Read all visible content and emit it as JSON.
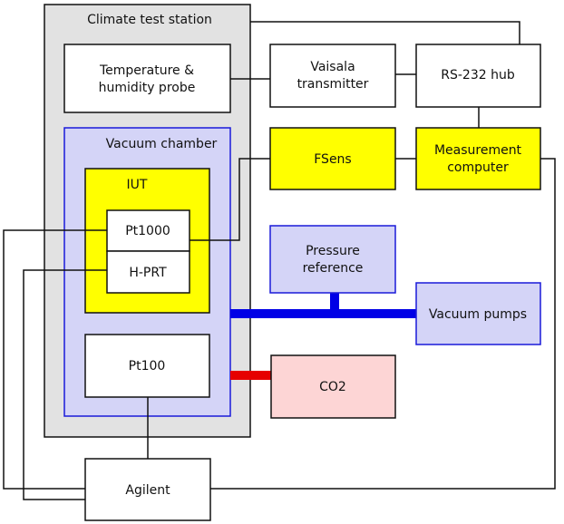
{
  "labels": {
    "climate_station": "Climate test station",
    "temp_probe_line1": "Temperature &",
    "temp_probe_line2": "humidity probe",
    "vaisala_line1": "Vaisala",
    "vaisala_line2": "transmitter",
    "rs232": "RS-232 hub",
    "vacuum_chamber": "Vacuum chamber",
    "fsens": "FSens",
    "measurement_line1": "Measurement",
    "measurement_line2": "computer",
    "iut": "IUT",
    "pt1000": "Pt1000",
    "hprt": "H-PRT",
    "pressure_line1": "Pressure",
    "pressure_line2": "reference",
    "vacuum_pumps": "Vacuum pumps",
    "pt100": "Pt100",
    "co2": "CO2",
    "agilent": "Agilent"
  },
  "colors": {
    "station_fill": "#e2e2e2",
    "chamber_fill": "#d4d4f7",
    "chamber_border": "#1a1ad9",
    "yellow_fill": "#ffff00",
    "pressure_fill": "#d4d4f7",
    "co2_fill": "#fdd5d5",
    "vacuum_pipe": "#0000e6",
    "co2_pipe": "#e60000",
    "line": "#111111"
  }
}
